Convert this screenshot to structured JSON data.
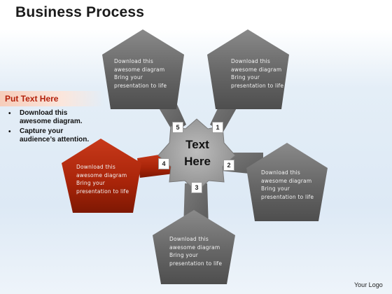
{
  "slide": {
    "title": "Business Process",
    "logo": "Your Logo"
  },
  "sidebar": {
    "heading": "Put Text Here",
    "bullets": [
      {
        "line1": "Download this",
        "line2": "awesome diagram."
      },
      {
        "line1": "Capture your",
        "line2": "audience’s attention."
      }
    ]
  },
  "diagram": {
    "center": {
      "line1": "Text",
      "line2": "Here"
    },
    "segments": [
      {
        "number": "1",
        "lines": [
          "Download this",
          "awesome diagram",
          "Bring your",
          "presentation to life"
        ]
      },
      {
        "number": "2",
        "lines": [
          "Download this",
          "awesome diagram",
          "Bring your",
          "presentation to life"
        ]
      },
      {
        "number": "3",
        "lines": [
          "Download this",
          "awesome diagram",
          "Bring your",
          "presentation to life"
        ]
      },
      {
        "number": "4",
        "lines": [
          "Download this",
          "awesome diagram",
          "Bring your",
          "presentation to life"
        ]
      },
      {
        "number": "5",
        "lines": [
          "Download this",
          "awesome diagram",
          "Bring your",
          "presentation to life"
        ]
      }
    ]
  },
  "colors": {
    "highlight_segment": "#b82a10",
    "default_segment": "#6a6a6a",
    "accent_text": "#b3200a"
  }
}
